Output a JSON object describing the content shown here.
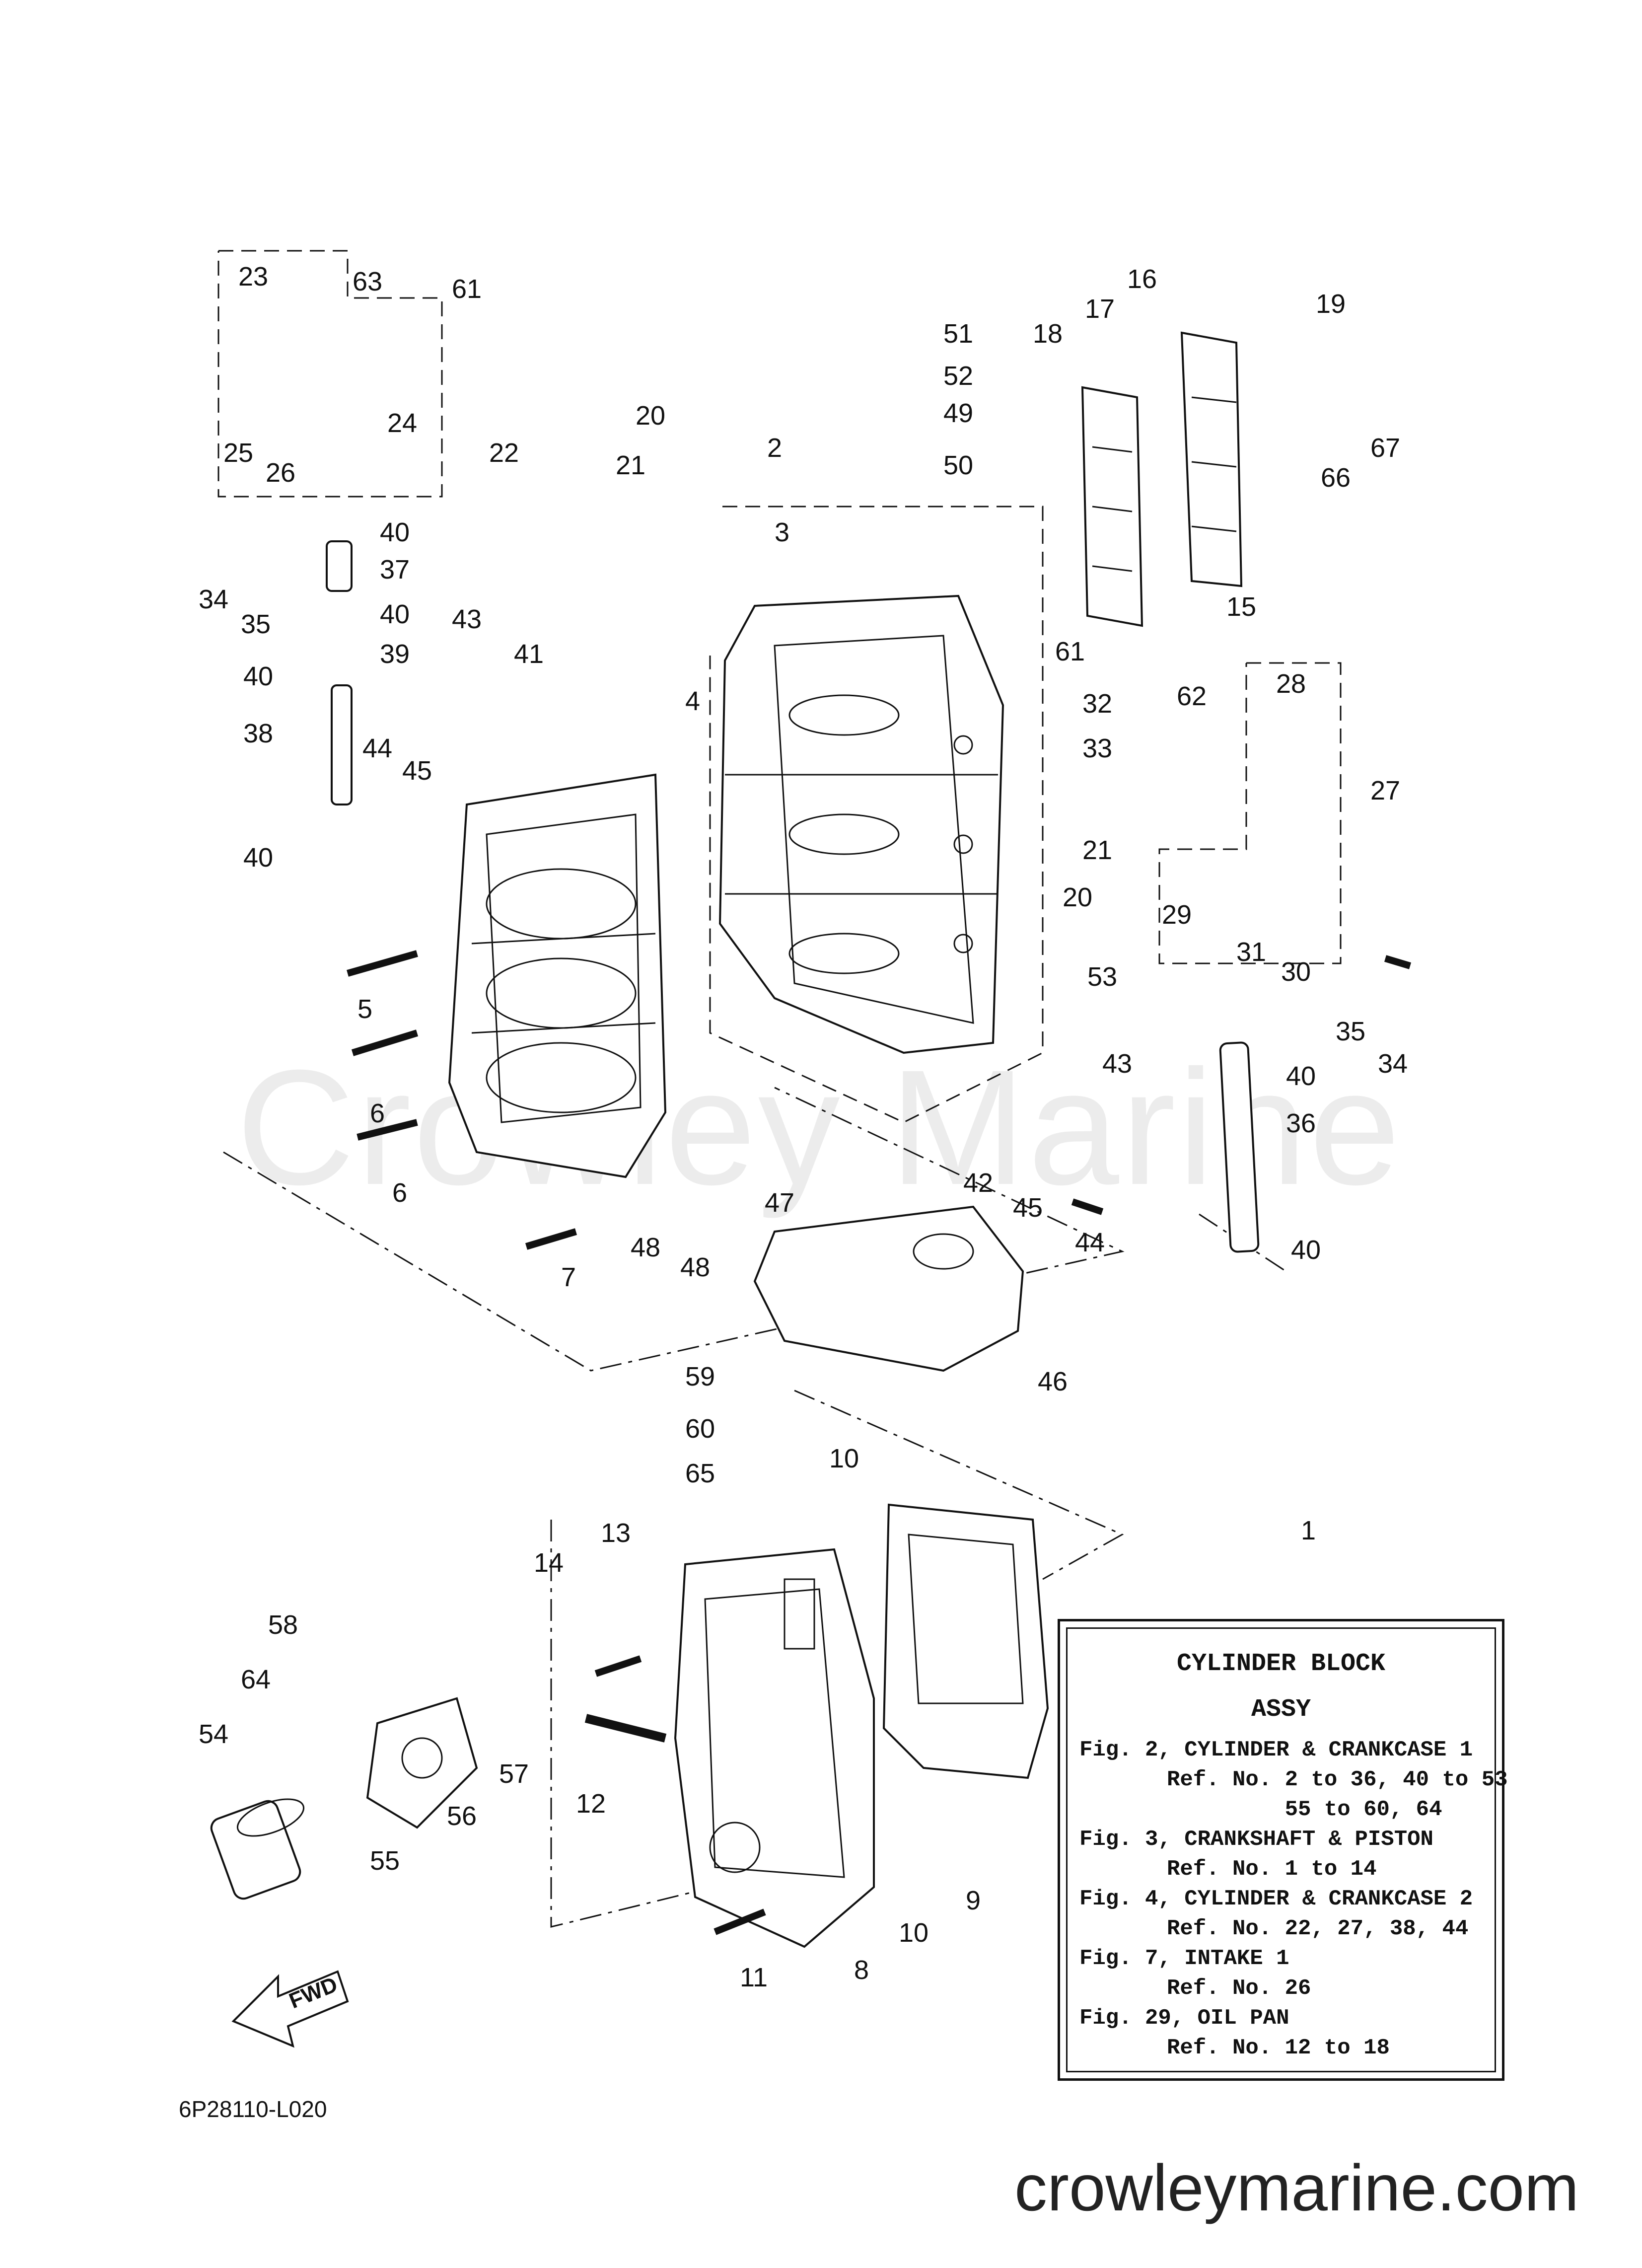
{
  "drawing_number": "6P28110-L020",
  "watermark": "Crowley Marine",
  "site_url": "crowleymarine.com",
  "fwd_label": "FWD",
  "reference_box": {
    "title": "CYLINDER BLOCK",
    "subtitle": "ASSY",
    "entries": [
      {
        "fig": "Fig. 2, CYLINDER & CRANKCASE 1",
        "refs": [
          "Ref. No. 2 to 36, 40 to 53",
          "         55 to 60, 64"
        ]
      },
      {
        "fig": "Fig. 3, CRANKSHAFT & PISTON",
        "refs": [
          "Ref. No. 1 to 14"
        ]
      },
      {
        "fig": "Fig. 4, CYLINDER & CRANKCASE 2",
        "refs": [
          "Ref. No. 22, 27, 38, 44"
        ]
      },
      {
        "fig": "Fig. 7, INTAKE 1",
        "refs": [
          "Ref. No. 26"
        ]
      },
      {
        "fig": "Fig. 29, OIL PAN",
        "refs": [
          "Ref. No. 12 to 18"
        ]
      }
    ]
  },
  "callouts": [
    {
      "id": "c23",
      "label": "23"
    },
    {
      "id": "c63",
      "label": "63"
    },
    {
      "id": "c61a",
      "label": "61"
    },
    {
      "id": "c25",
      "label": "25"
    },
    {
      "id": "c26",
      "label": "26"
    },
    {
      "id": "c24",
      "label": "24"
    },
    {
      "id": "c22",
      "label": "22"
    },
    {
      "id": "c40a",
      "label": "40"
    },
    {
      "id": "c37",
      "label": "37"
    },
    {
      "id": "c40b",
      "label": "40"
    },
    {
      "id": "c39",
      "label": "39"
    },
    {
      "id": "c40c",
      "label": "40"
    },
    {
      "id": "c38",
      "label": "38"
    },
    {
      "id": "c40d",
      "label": "40"
    },
    {
      "id": "c34a",
      "label": "34"
    },
    {
      "id": "c35a",
      "label": "35"
    },
    {
      "id": "c20a",
      "label": "20"
    },
    {
      "id": "c21a",
      "label": "21"
    },
    {
      "id": "c2",
      "label": "2"
    },
    {
      "id": "c3",
      "label": "3"
    },
    {
      "id": "c51",
      "label": "51"
    },
    {
      "id": "c52",
      "label": "52"
    },
    {
      "id": "c49",
      "label": "49"
    },
    {
      "id": "c50",
      "label": "50"
    },
    {
      "id": "c18",
      "label": "18"
    },
    {
      "id": "c17",
      "label": "17"
    },
    {
      "id": "c16",
      "label": "16"
    },
    {
      "id": "c19",
      "label": "19"
    },
    {
      "id": "c67",
      "label": "67"
    },
    {
      "id": "c66",
      "label": "66"
    },
    {
      "id": "c15",
      "label": "15"
    },
    {
      "id": "c43a",
      "label": "43"
    },
    {
      "id": "c41",
      "label": "41"
    },
    {
      "id": "c44a",
      "label": "44"
    },
    {
      "id": "c45a",
      "label": "45"
    },
    {
      "id": "c4",
      "label": "4"
    },
    {
      "id": "c61b",
      "label": "61"
    },
    {
      "id": "c28",
      "label": "28"
    },
    {
      "id": "c32",
      "label": "32"
    },
    {
      "id": "c62",
      "label": "62"
    },
    {
      "id": "c33",
      "label": "33"
    },
    {
      "id": "c27",
      "label": "27"
    },
    {
      "id": "c21b",
      "label": "21"
    },
    {
      "id": "c20b",
      "label": "20"
    },
    {
      "id": "c29",
      "label": "29"
    },
    {
      "id": "c31",
      "label": "31"
    },
    {
      "id": "c30",
      "label": "30"
    },
    {
      "id": "c53",
      "label": "53"
    },
    {
      "id": "c35b",
      "label": "35"
    },
    {
      "id": "c34b",
      "label": "34"
    },
    {
      "id": "c5",
      "label": "5"
    },
    {
      "id": "c6a",
      "label": "6"
    },
    {
      "id": "c6b",
      "label": "6"
    },
    {
      "id": "c7",
      "label": "7"
    },
    {
      "id": "c48a",
      "label": "48"
    },
    {
      "id": "c48b",
      "label": "48"
    },
    {
      "id": "c47",
      "label": "47"
    },
    {
      "id": "c43b",
      "label": "43"
    },
    {
      "id": "c42",
      "label": "42"
    },
    {
      "id": "c45b",
      "label": "45"
    },
    {
      "id": "c44b",
      "label": "44"
    },
    {
      "id": "c40e",
      "label": "40"
    },
    {
      "id": "c36",
      "label": "36"
    },
    {
      "id": "c40f",
      "label": "40"
    },
    {
      "id": "c46",
      "label": "46"
    },
    {
      "id": "c59",
      "label": "59"
    },
    {
      "id": "c60",
      "label": "60"
    },
    {
      "id": "c65",
      "label": "65"
    },
    {
      "id": "c10a",
      "label": "10"
    },
    {
      "id": "c1",
      "label": "1"
    },
    {
      "id": "c13",
      "label": "13"
    },
    {
      "id": "c14",
      "label": "14"
    },
    {
      "id": "c58",
      "label": "58"
    },
    {
      "id": "c64",
      "label": "64"
    },
    {
      "id": "c54",
      "label": "54"
    },
    {
      "id": "c57",
      "label": "57"
    },
    {
      "id": "c12",
      "label": "12"
    },
    {
      "id": "c56",
      "label": "56"
    },
    {
      "id": "c55",
      "label": "55"
    },
    {
      "id": "c9",
      "label": "9"
    },
    {
      "id": "c10b",
      "label": "10"
    },
    {
      "id": "c11",
      "label": "11"
    },
    {
      "id": "c8",
      "label": "8"
    }
  ]
}
